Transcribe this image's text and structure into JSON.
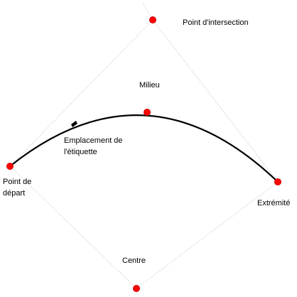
{
  "labels": {
    "intersection": "Point d'intersection",
    "midpoint": "Milieu",
    "label_position_line1": "Emplacement de",
    "label_position_line2": "l'étiquette",
    "start_line1": "Point de",
    "start_line2": "départ",
    "end": "Extrémité",
    "center": "Centre"
  },
  "colors": {
    "point": "#ff0000",
    "arc": "#000000",
    "guide": "#bdbdbd",
    "label_marker": "#000000"
  }
}
